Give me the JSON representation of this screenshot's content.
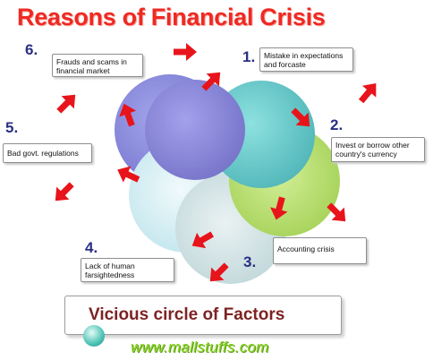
{
  "title": "Reasons of Financial Crisis",
  "factors": [
    {
      "number": "1.",
      "label": "Mistake in expectations and forcaste"
    },
    {
      "number": "2.",
      "label": "Invest or borrow other country's currency"
    },
    {
      "number": "3.",
      "label": "Accounting crisis"
    },
    {
      "number": "4.",
      "label": "Lack of human farsightedness"
    },
    {
      "number": "5.",
      "label": "Bad govt. regulations"
    },
    {
      "number": "6.",
      "label": "Frauds and scams in financial market"
    }
  ],
  "footer_caption": "Vicious circle of Factors",
  "website": "www.mallstuffs.com",
  "colors": {
    "title": "#ee2a22",
    "numbers": "#2b2f83",
    "arrows": "#e8141b",
    "petals": [
      "#6f6cd6",
      "#2ab5b3",
      "#9fd13c",
      "#8fc4cc",
      "#b6d8e6",
      "#5a5ad0"
    ],
    "website": "#86d321"
  }
}
